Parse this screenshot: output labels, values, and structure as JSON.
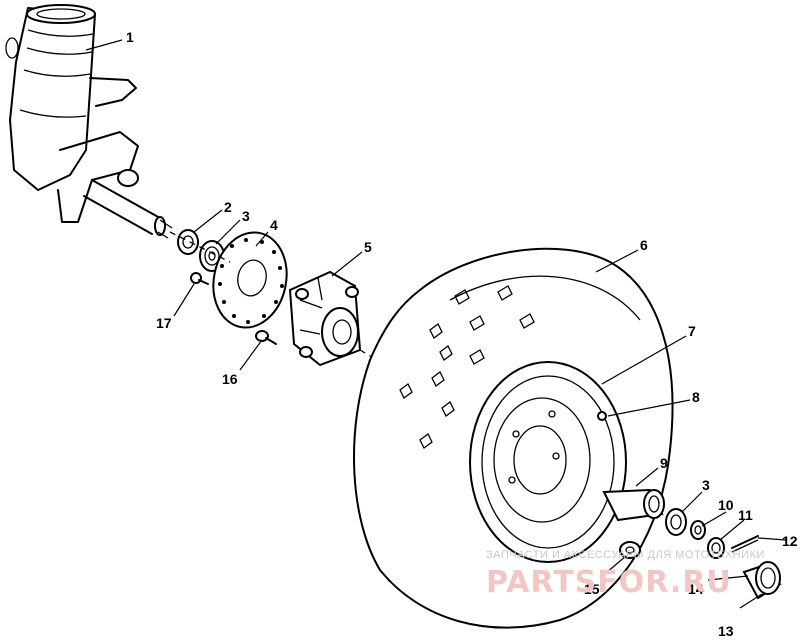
{
  "diagram": {
    "callouts": [
      {
        "id": "c1",
        "label": "1"
      },
      {
        "id": "c2",
        "label": "2"
      },
      {
        "id": "c3a",
        "label": "3"
      },
      {
        "id": "c4",
        "label": "4"
      },
      {
        "id": "c5",
        "label": "5"
      },
      {
        "id": "c6",
        "label": "6"
      },
      {
        "id": "c7",
        "label": "7"
      },
      {
        "id": "c8",
        "label": "8"
      },
      {
        "id": "c9",
        "label": "9"
      },
      {
        "id": "c3b",
        "label": "3"
      },
      {
        "id": "c10",
        "label": "10"
      },
      {
        "id": "c11",
        "label": "11"
      },
      {
        "id": "c12",
        "label": "12"
      },
      {
        "id": "c13",
        "label": "13"
      },
      {
        "id": "c14",
        "label": "14"
      },
      {
        "id": "c15",
        "label": "15"
      },
      {
        "id": "c16",
        "label": "16"
      },
      {
        "id": "c17",
        "label": "17"
      }
    ]
  },
  "watermark": {
    "text": "ЗАПЧАСТИ И АКСЕССУАРЫ ДЛЯ МОТОТЕХНИКИ",
    "logo": "PARTSFOR.RU"
  }
}
